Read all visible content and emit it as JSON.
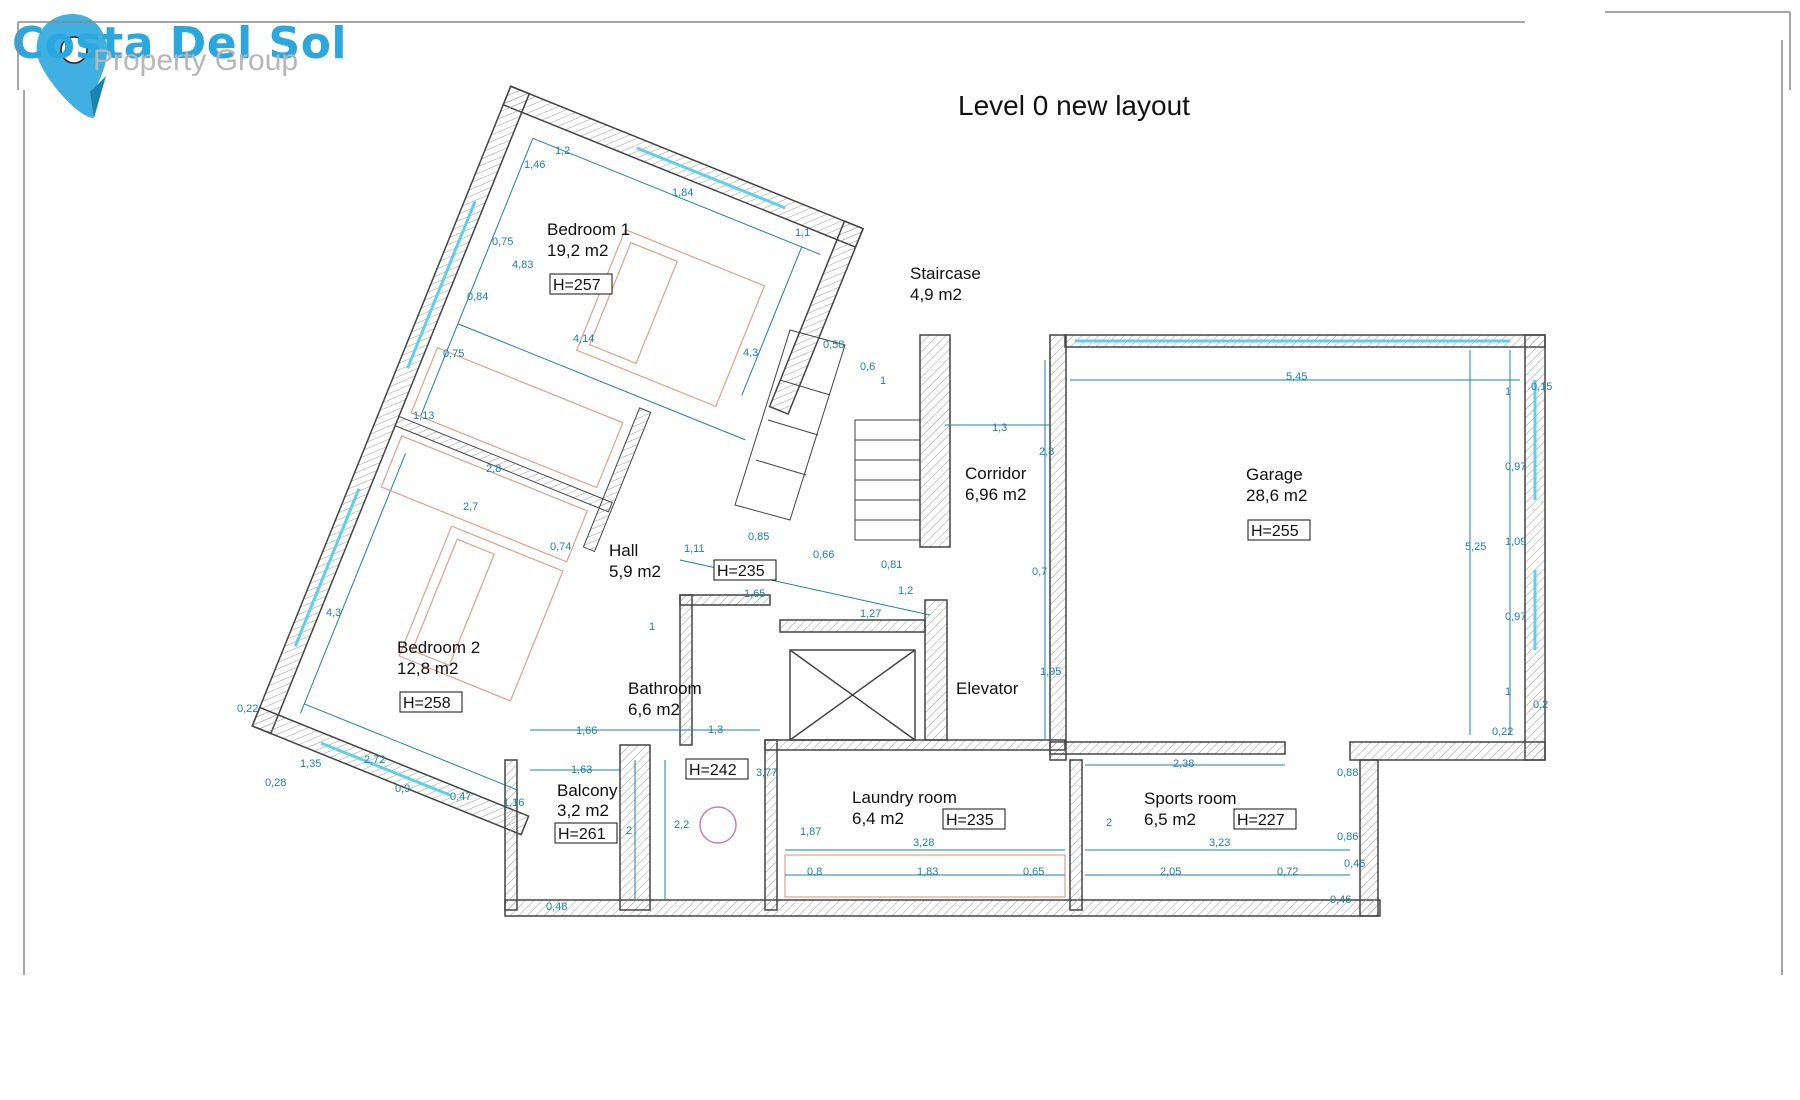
{
  "logo": {
    "name": "Costa Del Sol",
    "tagline": "Property Group",
    "brand_color": "#2aa7de"
  },
  "title": "Level 0 new layout",
  "rooms": {
    "bedroom1": {
      "name": "Bedroom 1",
      "area": "19,2 m2",
      "height": "H=257"
    },
    "bedroom2": {
      "name": "Bedroom 2",
      "area": "12,8 m2",
      "height": "H=258"
    },
    "staircase": {
      "name": "Staircase",
      "area": "4,9 m2"
    },
    "corridor": {
      "name": "Corridor",
      "area": "6,96 m2"
    },
    "garage": {
      "name": "Garage",
      "area": "28,6 m2",
      "height": "H=255"
    },
    "hall": {
      "name": "Hall",
      "area": "5,9 m2",
      "height": "H=235"
    },
    "bathroom": {
      "name": "Bathroom",
      "area": "6,6 m2",
      "height": "H=242"
    },
    "elevator": {
      "name": "Elevator"
    },
    "balcony": {
      "name": "Balcony",
      "area": "3,2 m2",
      "height": "H=261"
    },
    "laundry": {
      "name": "Laundry room",
      "area": "6,4 m2",
      "height": "H=235"
    },
    "sports": {
      "name": "Sports room",
      "area": "6,5 m2",
      "height": "H=227"
    }
  },
  "dimensions": {
    "b1_top": "1,2",
    "b1_top2": "1,84",
    "b1_right": "1,1",
    "b1_left_a": "1,46",
    "b1_left_b": "0,75",
    "b1_left_c": "4,83",
    "b1_left_d": "0,84",
    "b1_left_e": "0,75",
    "b1_mid": "4,14",
    "b1_right_v": "4,3",
    "st_a": "0,58",
    "st_b": "0,6",
    "st_c": "1",
    "w_a": "1,13",
    "w_b": "2,8",
    "w_c": "2,7",
    "w_d": "0,74",
    "hall_a": "1,11",
    "hall_b": "0,85",
    "hall_c": "0,66",
    "hall_d": "0,81",
    "hall_e": "1,65",
    "hall_f": "1,27",
    "hall_g": "1,2",
    "hall_h": "1",
    "cor_a": "1,3",
    "cor_b": "2,8",
    "cor_c": "0,7",
    "cor_d": "1,95",
    "gar_a": "5,45",
    "gar_b": "0,15",
    "gar_c": "1",
    "gar_d": "0,97",
    "gar_e": "5,25",
    "gar_f": "1,09",
    "gar_g": "0,97",
    "gar_h": "1",
    "gar_i": "0,2",
    "gar_j": "0,22",
    "b2_a": "4,3",
    "b2_b": "0,22",
    "b2_c": "1,35",
    "b2_d": "2,72",
    "b2_e": "0,9",
    "b2_f": "0,47",
    "b2_g": "1,16",
    "b2_h": "0,28",
    "bal_a": "1,66",
    "bal_b": "1,63",
    "bal_c": "2",
    "bal_d": "0,48",
    "bath_a": "1,3",
    "bath_b": "3,77",
    "bath_c": "2,2",
    "lau_a": "3,28",
    "lau_b": "1,87",
    "lau_c": "0,8",
    "lau_d": "1,83",
    "lau_e": "0,65",
    "sp_a": "2,38",
    "sp_b": "2",
    "sp_c": "3,23",
    "sp_d": "2,05",
    "sp_e": "0,72",
    "sp_f": "0,88",
    "sp_g": "0,86",
    "sp_h": "0,46",
    "sp_i": "0,46"
  },
  "colors": {
    "wall": "#444444",
    "hatch": "#9a9a9a",
    "dimension": "#1b7fb0",
    "window": "#5fd0ea",
    "furniture": "#e0a08a"
  }
}
